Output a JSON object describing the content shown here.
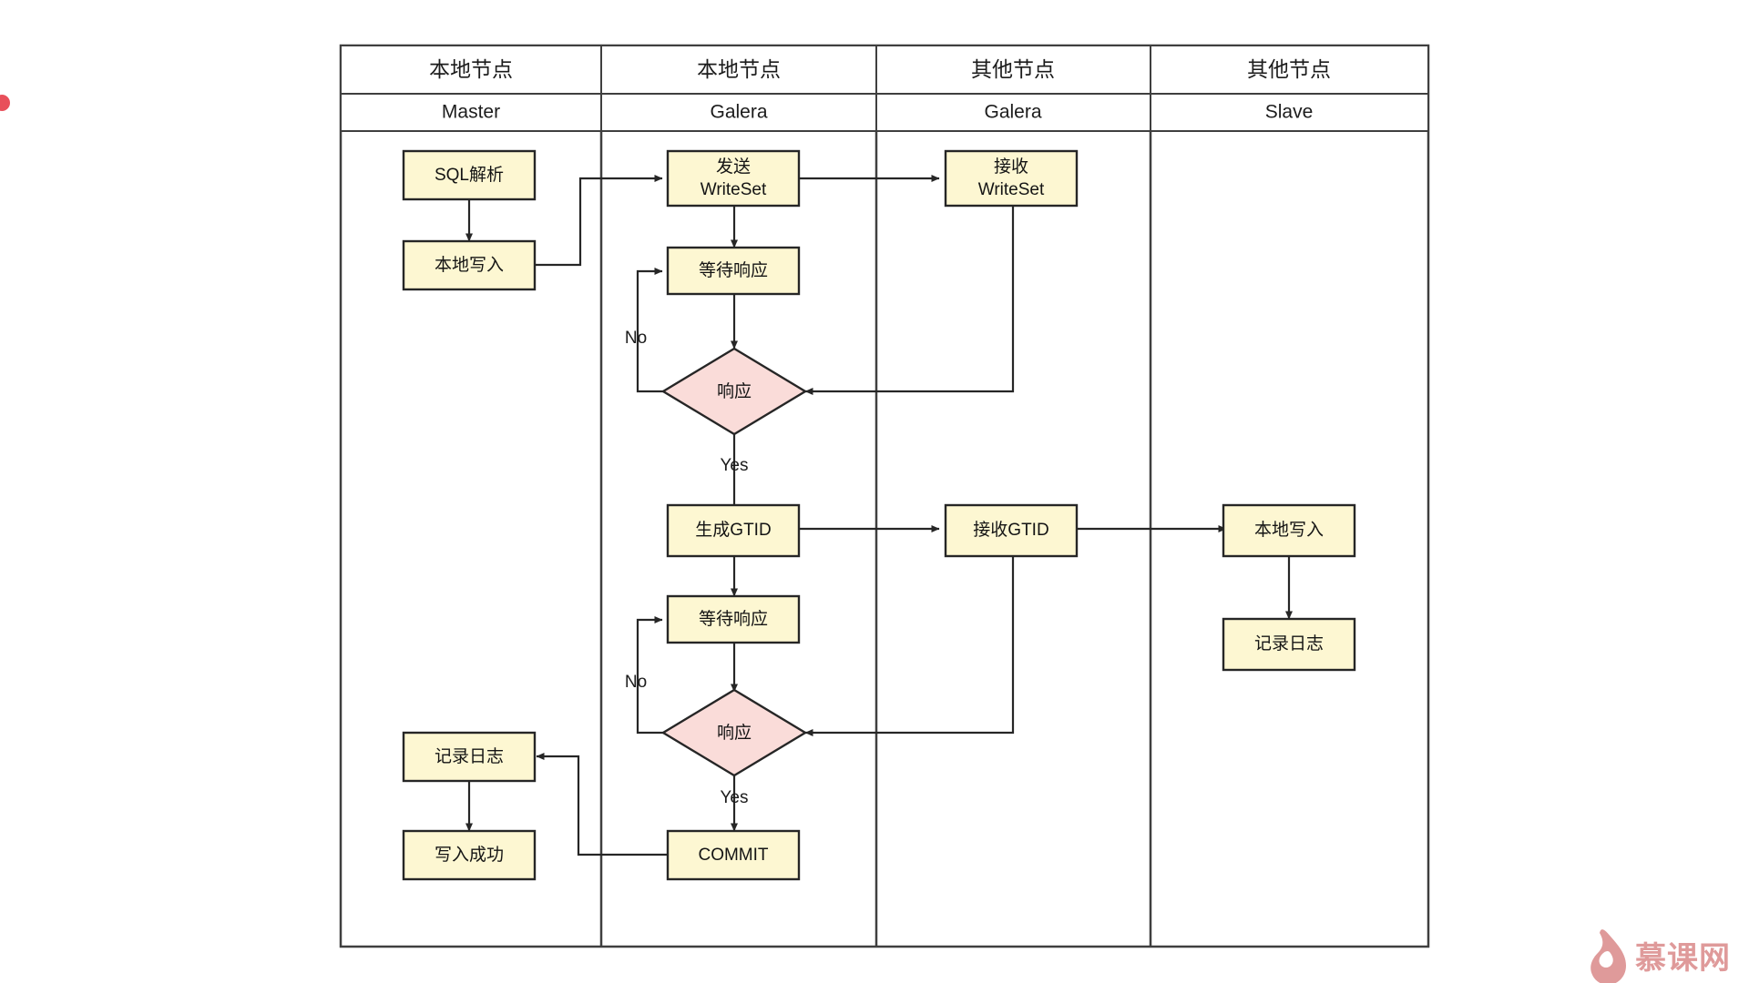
{
  "lanes": [
    {
      "title": "本地节点",
      "subtitle": "Master"
    },
    {
      "title": "本地节点",
      "subtitle": "Galera"
    },
    {
      "title": "其他节点",
      "subtitle": "Galera"
    },
    {
      "title": "其他节点",
      "subtitle": "Slave"
    }
  ],
  "nodes": {
    "sql_parse": "SQL解析",
    "local_write_master": "本地写入",
    "send_writeset_l1": "发送",
    "send_writeset_l2": "WriteSet",
    "recv_writeset_l1": "接收",
    "recv_writeset_l2": "WriteSet",
    "wait_resp_1": "等待响应",
    "decision_1": "响应",
    "gen_gtid": "生成GTID",
    "recv_gtid": "接收GTID",
    "local_write_slave": "本地写入",
    "log_slave": "记录日志",
    "wait_resp_2": "等待响应",
    "decision_2": "响应",
    "log_master": "记录日志",
    "write_success": "写入成功",
    "commit": "COMMIT"
  },
  "edge_labels": {
    "no_1": "No",
    "yes_1": "Yes",
    "no_2": "No",
    "yes_2": "Yes"
  },
  "watermark": {
    "text": "慕课网"
  },
  "colors": {
    "node_fill": "#fdf7d2",
    "decision_fill": "#fadcd9",
    "stroke": "#262626",
    "frame": "#3f3f3f",
    "watermark": "#df9a9a",
    "accent_dot": "#e8505b"
  }
}
